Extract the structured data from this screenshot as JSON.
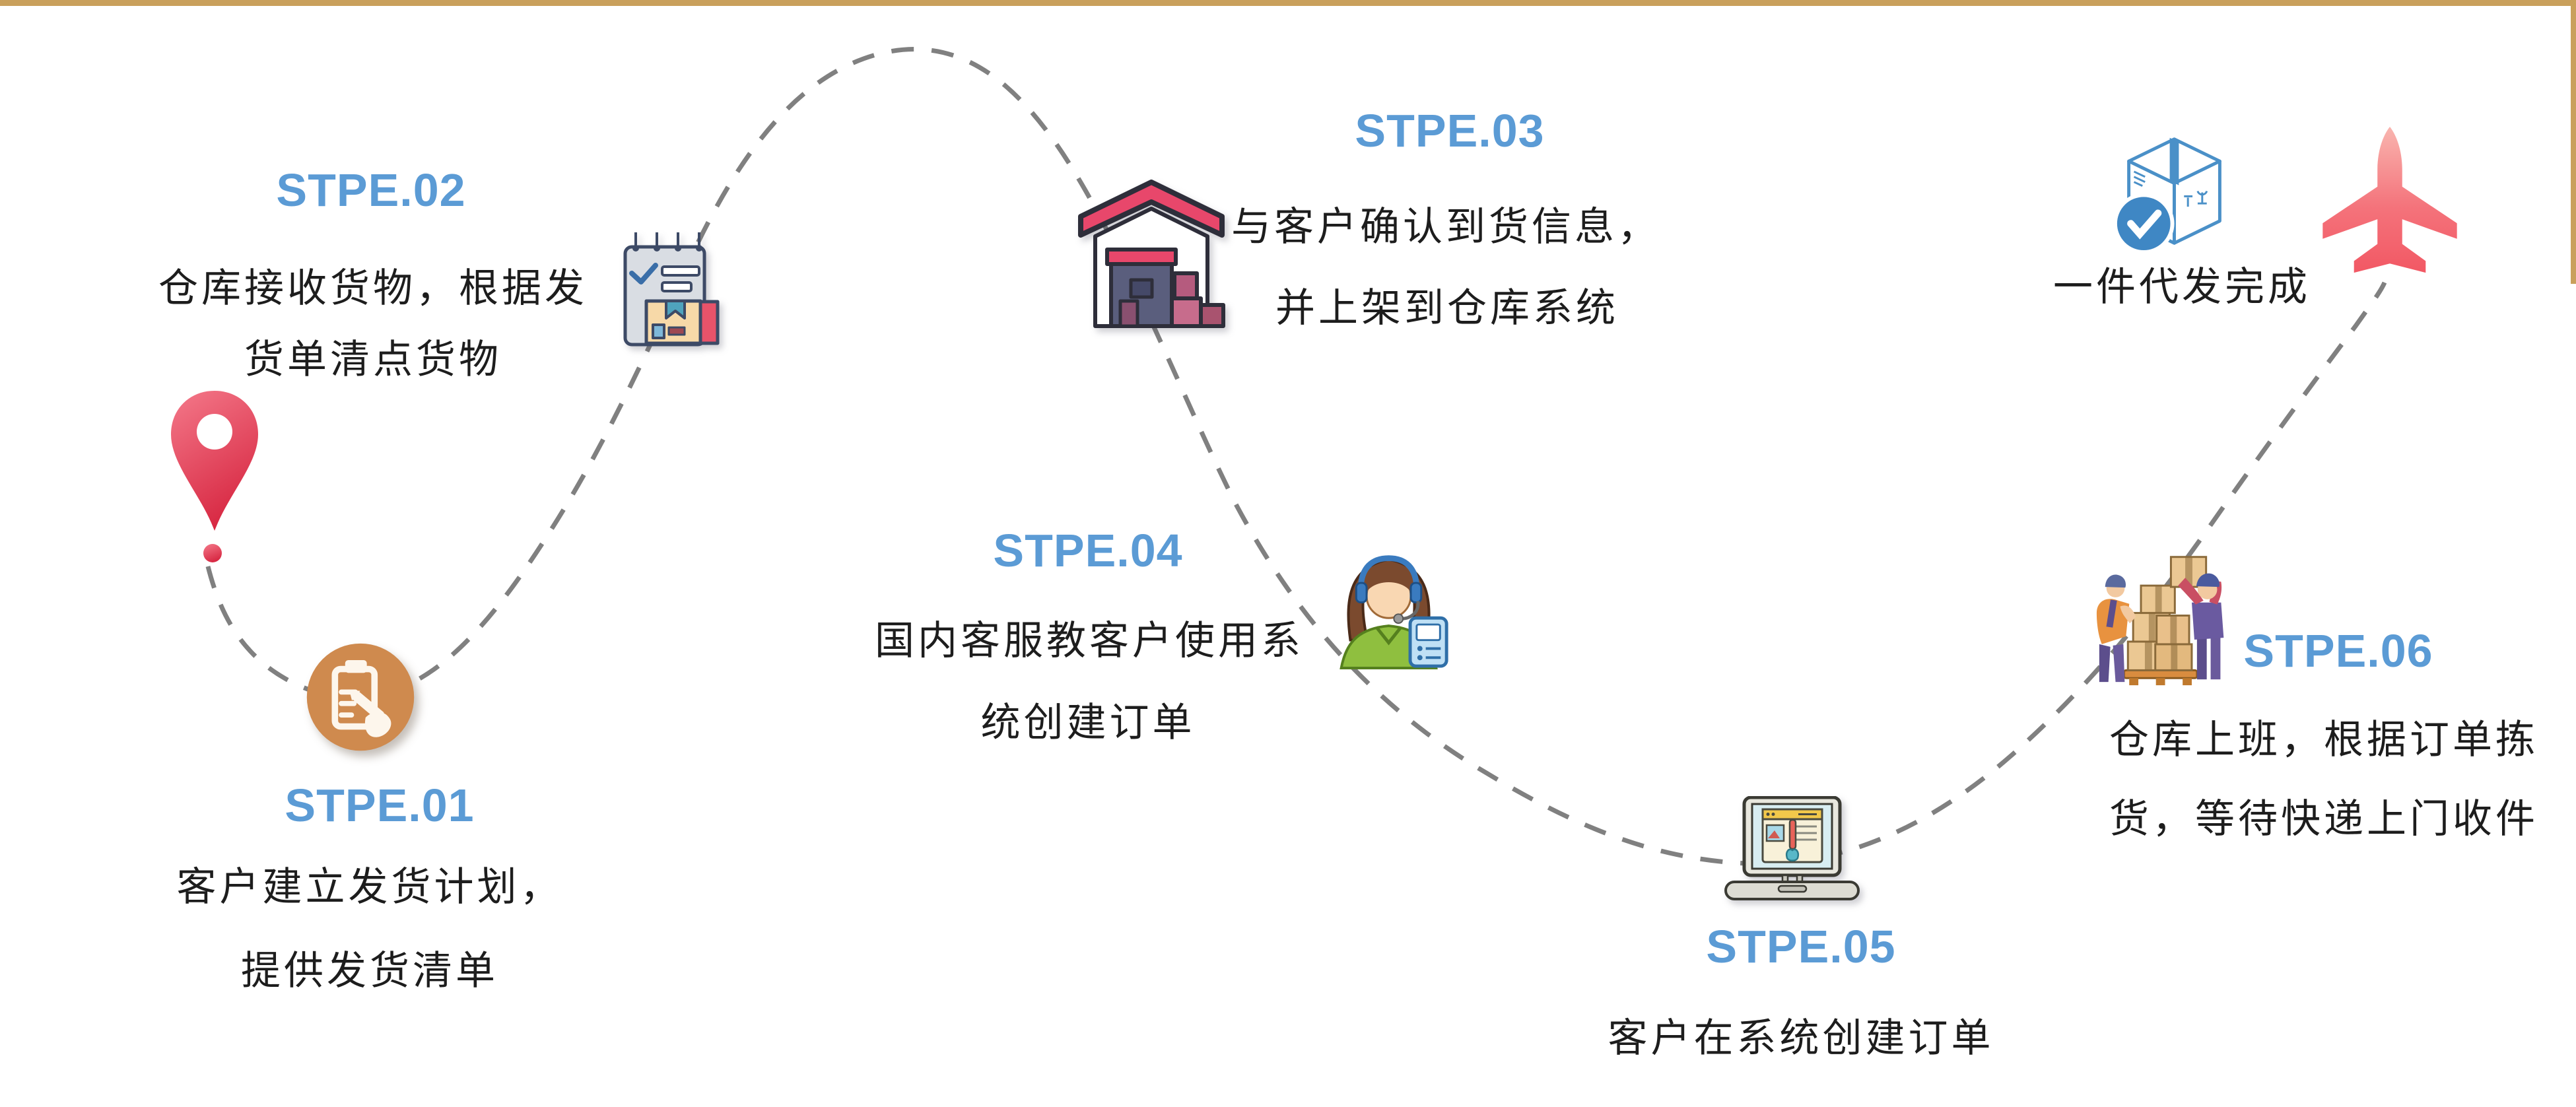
{
  "meta": {
    "kind": "process-flow-infographic",
    "language": "zh-CN"
  },
  "decor": {
    "top_border_color": "#C9A05C",
    "path_color": "#808080",
    "title_color": "#5B9BD5",
    "body_text_color": "#1d1d1d",
    "pin_color": "#E04558",
    "plane_color": "#F25864",
    "step_circle_color": "#CF8A4E"
  },
  "steps": [
    {
      "title": "STPE.01",
      "lines": [
        "客户建立发货计划，",
        "提供发货清单"
      ],
      "icon": "order-edit-circle-icon"
    },
    {
      "title": "STPE.02",
      "lines": [
        "仓库接收货物，根据发",
        "货单清点货物"
      ],
      "icon": "checklist-package-icon"
    },
    {
      "title": "STPE.03",
      "lines": [
        "与客户确认到货信息，",
        "并上架到仓库系统"
      ],
      "icon": "warehouse-icon"
    },
    {
      "title": "STPE.04",
      "lines": [
        "国内客服教客户使用系",
        "统创建订单"
      ],
      "icon": "customer-service-icon"
    },
    {
      "title": "STPE.05",
      "lines": [
        "客户在系统创建订单"
      ],
      "icon": "laptop-icon"
    },
    {
      "title": "STPE.06",
      "lines": [
        "仓库上班，根据订单拣",
        "货，等待快递上门收件"
      ],
      "icon": "warehouse-workers-icon"
    }
  ],
  "finish": {
    "label": "一件代发完成",
    "icons": [
      "package-check-icon",
      "airplane-icon"
    ]
  },
  "markers": [
    "location-pin-icon"
  ]
}
